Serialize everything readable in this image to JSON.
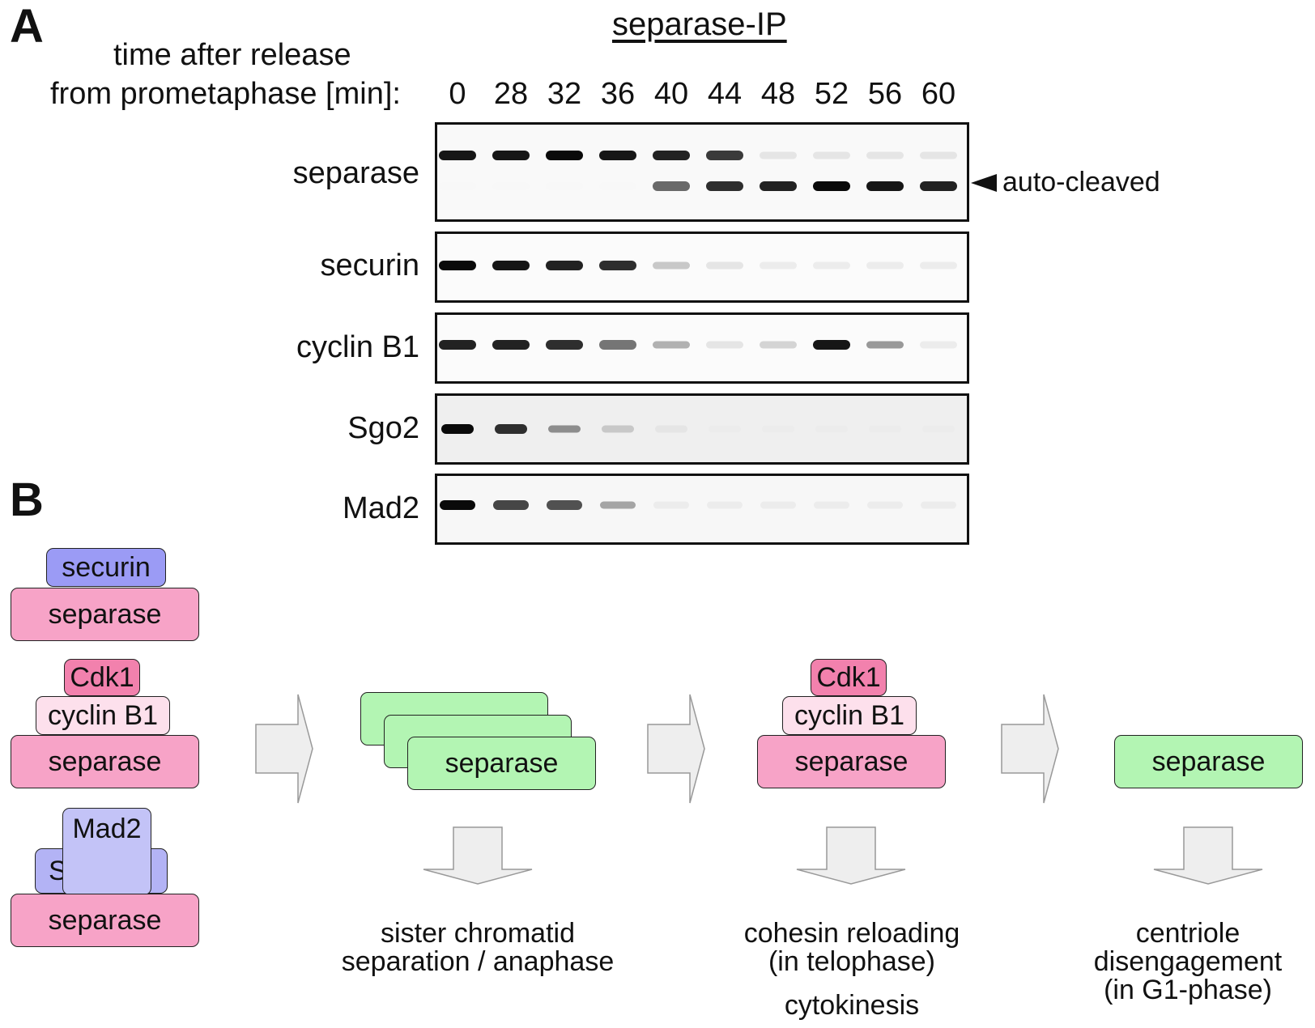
{
  "panel_a": {
    "letter": "A",
    "title": "separase-IP",
    "time_label_line1": "time after release",
    "time_label_line2": "from prometaphase [min]:",
    "lanes": [
      "0",
      "28",
      "32",
      "36",
      "40",
      "44",
      "48",
      "52",
      "56",
      "60"
    ],
    "rows": [
      {
        "label": "separase"
      },
      {
        "label": "securin"
      },
      {
        "label": "cyclin B1"
      },
      {
        "label": "Sgo2"
      },
      {
        "label": "Mad2"
      }
    ],
    "band_intensity": {
      "separase_full": [
        0.95,
        0.95,
        1.0,
        0.95,
        0.9,
        0.8,
        0.08,
        0.08,
        0.08,
        0.08
      ],
      "separase_cleaved": [
        0.0,
        0.0,
        0.0,
        0.0,
        0.6,
        0.85,
        0.9,
        1.0,
        0.95,
        0.9
      ],
      "securin": [
        1.0,
        0.95,
        0.9,
        0.85,
        0.2,
        0.08,
        0.05,
        0.05,
        0.05,
        0.05
      ],
      "cyclin_b1": [
        0.9,
        0.9,
        0.85,
        0.55,
        0.3,
        0.08,
        0.15,
        0.95,
        0.4,
        0.05
      ],
      "sgo2": [
        1.0,
        0.85,
        0.45,
        0.2,
        0.08,
        0.05,
        0.05,
        0.05,
        0.05,
        0.05
      ],
      "mad2": [
        1.0,
        0.75,
        0.7,
        0.35,
        0.05,
        0.05,
        0.05,
        0.05,
        0.05,
        0.05
      ]
    },
    "arrowhead_label": "auto-cleaved"
  },
  "panel_b": {
    "letter": "B",
    "complexes": {
      "securin": "securin",
      "separase": "separase",
      "cdk1": "Cdk1",
      "cyclin_b1": "cyclin B1",
      "mad2": "Mad2",
      "sgo2": "Sgo2"
    },
    "outcomes": {
      "anaphase_line1": "sister chromatid",
      "anaphase_line2": "separation / anaphase",
      "cohesin_line1": "cohesin reloading",
      "cohesin_line2": "(in telophase)",
      "cytokinesis": "cytokinesis",
      "centriole_line1": "centriole",
      "centriole_line2": "disengagement",
      "centriole_line3": "(in G1-phase)"
    },
    "colors": {
      "separase_inhibited": "#f7a3c7",
      "securin": "#9b9bf5",
      "cdk1": "#f281ad",
      "cyclin_b1": "#fde0ec",
      "mad2": "#c3c3f7",
      "sgo2": "#b3b3f5",
      "separase_active": "#b3f5b3",
      "arrow_fill": "#eeeeee"
    }
  }
}
